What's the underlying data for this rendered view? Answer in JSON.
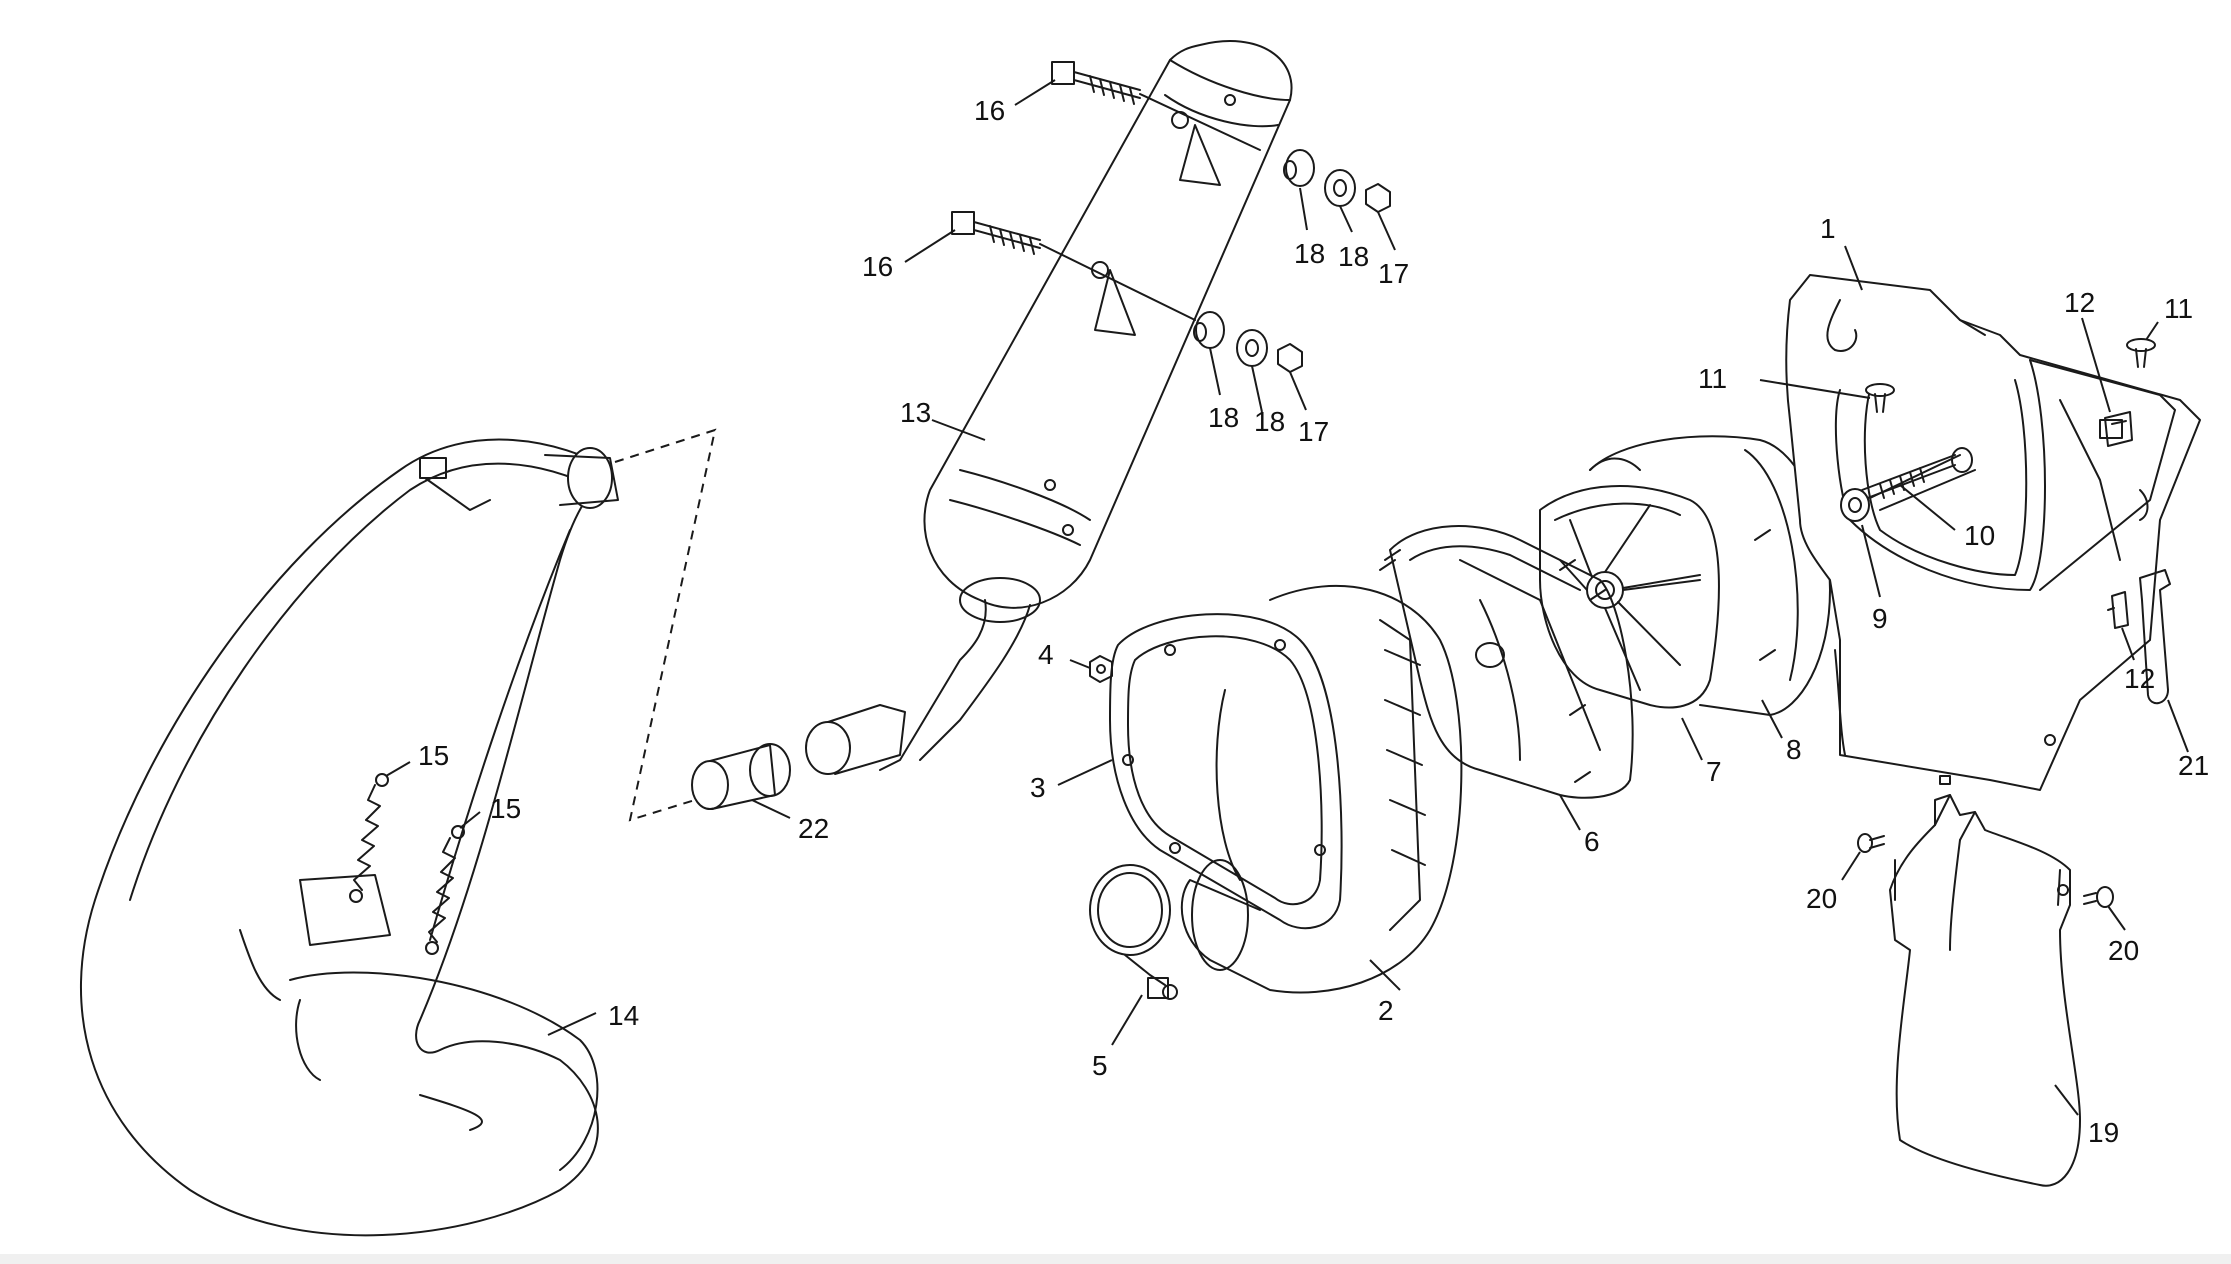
{
  "diagram": {
    "callouts": [
      "1",
      "2",
      "3",
      "4",
      "5",
      "6",
      "7",
      "8",
      "9",
      "10",
      "11",
      "11",
      "12",
      "12",
      "13",
      "14",
      "15",
      "15",
      "16",
      "16",
      "17",
      "17",
      "18",
      "18",
      "18",
      "18",
      "19",
      "20",
      "20",
      "21",
      "22"
    ],
    "colors": {
      "line": "#1a1a1a",
      "background": "#ffffff"
    }
  }
}
